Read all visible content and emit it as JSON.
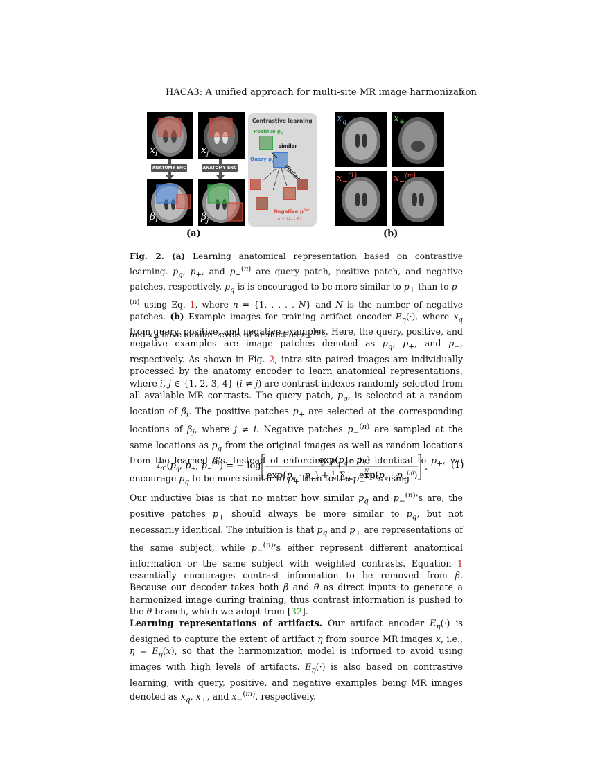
{
  "header": {
    "running_title": "HACA3: A unified approach for multi-site MR image harmonization",
    "page_number": "5"
  },
  "figure": {
    "panel_a": {
      "label": "(a)",
      "encoder_label": "ANATOMY ENC",
      "contrastive_title": "Contrastive learning",
      "positive_label": "Positive p",
      "query_label": "Query p",
      "similar_label": "similar",
      "dissimilar_label": "dissimilar",
      "negative_label": "Negative p",
      "negative_range": "n = {1,...,N}"
    },
    "panel_b": {
      "label": "(b)"
    }
  },
  "caption": {
    "fig_label": "Fig. 2.",
    "a_label": "(a)",
    "b_label": "(b)",
    "text_1": " Learning anatomical representation based on contrastive learning. ",
    "text_2": " are query patch, positive patch, and negative patches, respectively. ",
    "text_3": " is encouraged to be more similar to ",
    "text_4": " than to ",
    "text_5": " using Eq. ",
    "eq_ref": "1",
    "text_6": ", where ",
    "text_7": " and ",
    "text_8": " is the number of negative patches. ",
    "text_9": " Example images for training artifact encoder ",
    "text_10": ", where ",
    "text_11": " have similar levels of artifact as "
  },
  "body": {
    "p1": "from query, positive, and negative examples. Here, the query, positive, and negative examples are image patches denoted as",
    "p1_b": ", respectively. As shown in Fig.",
    "fig_ref": "2",
    "p1_c": ", intra-site paired images are individually processed by the anatomy encoder to learn anatomical representations, where",
    "p1_d": "are contrast indexes randomly selected from all available MR contrasts. The query patch,",
    "p1_e": ", is selected at a random location of",
    "p1_f": ". The positive patches",
    "p1_g": "are selected at the corresponding locations of",
    "p1_h": ", where",
    "p1_i": ". Negative patches",
    "p1_j": "are sampled at the same locations as",
    "p1_k": "from the original images as well as random locations from the learned",
    "p1_l": "’s. Instead of enforcing",
    "p1_m": "to be identical to",
    "p1_n": ", we encourage",
    "p1_o": "to be more similar to",
    "p1_p": "than to the",
    "p1_q": "’s using",
    "eq_number": "(1)",
    "p2": "Our inductive bias is that no matter how similar",
    "p2_b": "and",
    "p2_c": "’s are, the positive patches",
    "p2_d": "should always be more similar to",
    "p2_e": ", but not necessarily identical. The intuition is that",
    "p2_f": "and",
    "p2_g": "are representations of the same subject, while",
    "p2_h": "’s either represent different anatomical information or the same subject with weighted contrasts. Equation",
    "eq_ref": "1",
    "p2_i": "essentially encourages contrast information to be removed from",
    "p2_j": ". Because our decoder takes both",
    "p2_k": "and",
    "p2_l": "as direct inputs to generate a harmonized image during training, thus contrast information is pushed to the",
    "p2_m": "branch, which we adopt from [",
    "cite": "32",
    "p2_n": "].",
    "p3_heading": "Learning representations of artifacts.",
    "p3": "Our artifact encoder",
    "p3_b": "is designed to capture the extent of artifact",
    "p3_c": "from source MR images",
    "p3_d": ", i.e.,",
    "p3_e": ", so that the harmonization model is informed to avoid using images with high levels of artifacts.",
    "p3_f": "is also based on contrastive learning, with query, positive, and negative examples being MR images denoted as",
    "p3_g": ", and",
    "p3_h": ", respectively."
  }
}
